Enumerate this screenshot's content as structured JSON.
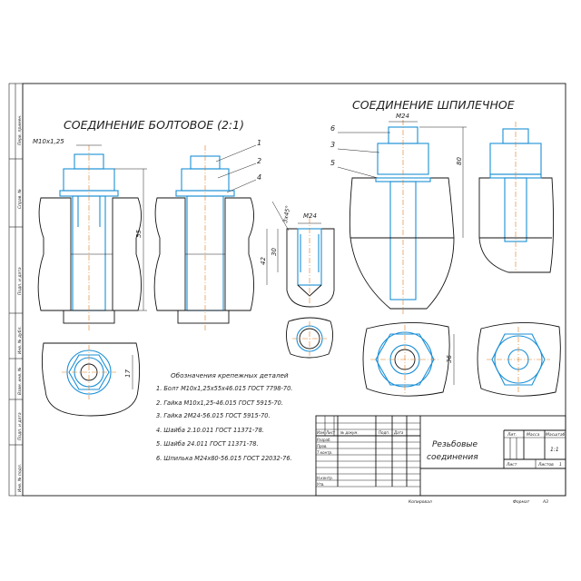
{
  "titles": {
    "bolted": "СОЕДИНЕНИЕ БОЛТОВОЕ (2:1)",
    "stud": "СОЕДИНЕНИЕ ШПИЛЕЧНОЕ"
  },
  "dimensions": {
    "m10": "М10x1,25",
    "m24a": "М24",
    "m24b": "М24",
    "d55": "55",
    "d80": "80",
    "d30": "30",
    "d42": "42",
    "d3x45": "3x45°",
    "d17": "17",
    "d36": "36"
  },
  "callouts": [
    "1",
    "2",
    "4",
    "6",
    "3",
    "5"
  ],
  "notes": {
    "heading": "Обозначения крепежных деталей",
    "items": [
      "1. Болт М10x1,25x55x46.015 ГОСТ 7798-70.",
      "2. Гайка М10x1,25-46.015 ГОСТ 5915-70.",
      "3. Гайка 2М24-56.015 ГОСТ 5915-70.",
      "4. Шайба 2.10.011 ГОСТ 11371-78.",
      "5. Шайба 24.011 ГОСТ 11371-78.",
      "6. Шпилька М24x80-56.015 ГОСТ 22032-76."
    ]
  },
  "title_block": {
    "name_line1": "Резьбовые",
    "name_line2": "соединения",
    "lit": "Лит.",
    "mass": "Масса",
    "scale": "Масштаб",
    "scale_value": "1:1",
    "sheet": "Лист",
    "sheets": "Листов",
    "sheets_value": "1",
    "row_labels": [
      "Изм.",
      "Лист",
      "№ докум.",
      "Подп.",
      "Дата"
    ],
    "roles": [
      "Разраб.",
      "Пров.",
      "Т.контр.",
      "",
      "Н.контр.",
      "Утв."
    ],
    "copied": "Копировал",
    "format": "Формат",
    "format_value": "A3"
  },
  "side_stamp": [
    "Перв. примен.",
    "Справ. №",
    "Подп. и дата",
    "Инв. № дубл.",
    "Взам. инв. №",
    "Подп. и дата",
    "Инв. № подл."
  ]
}
